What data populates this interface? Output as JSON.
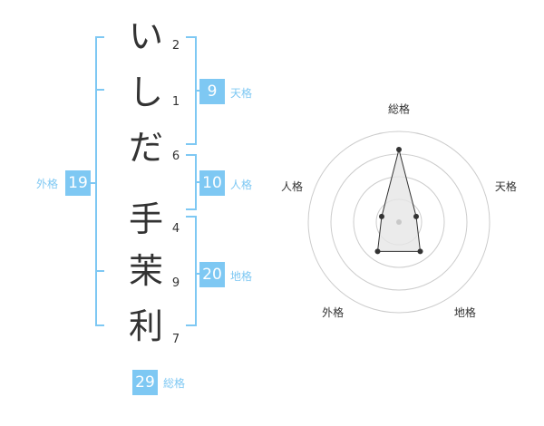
{
  "name": {
    "characters": [
      {
        "char": "い",
        "strokes": "2"
      },
      {
        "char": "し",
        "strokes": "1"
      },
      {
        "char": "だ",
        "strokes": "6"
      },
      {
        "char": "手",
        "strokes": "4"
      },
      {
        "char": "茉",
        "strokes": "9"
      },
      {
        "char": "利",
        "strokes": "7"
      }
    ]
  },
  "fortune": {
    "tenkaku": {
      "value": "9",
      "label": "天格"
    },
    "jinkaku": {
      "value": "10",
      "label": "人格"
    },
    "chikaku": {
      "value": "20",
      "label": "地格"
    },
    "gaikaku": {
      "value": "19",
      "label": "外格"
    },
    "soukaku": {
      "value": "29",
      "label": "総格"
    }
  },
  "colors": {
    "accent": "#7ec8f3",
    "text": "#333333",
    "grid": "#cccccc",
    "polygon_fill": "#e6e6e6"
  },
  "chart_data": {
    "type": "radar",
    "axes": [
      "総格",
      "天格",
      "地格",
      "外格",
      "人格"
    ],
    "values": [
      4,
      1,
      2,
      2,
      1
    ],
    "rlim": [
      0,
      5
    ],
    "rings": 4
  }
}
